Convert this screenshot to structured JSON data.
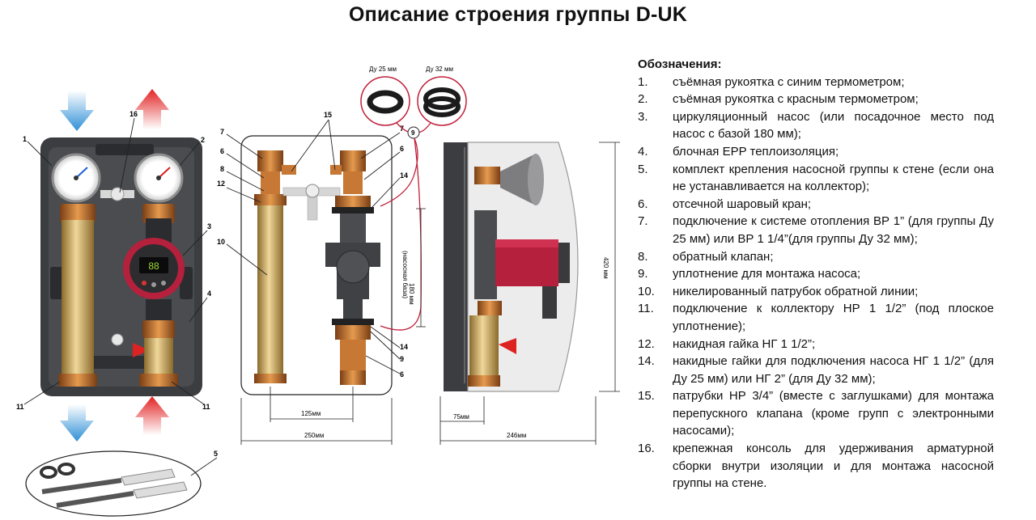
{
  "title": "Описание строения группы D-UK",
  "legend": {
    "heading": "Обозначения:",
    "items": [
      {
        "num": "1.",
        "text": "съёмная рукоятка с синим термометром;"
      },
      {
        "num": "2.",
        "text": "съёмная рукоятка с красным термометром;"
      },
      {
        "num": "3.",
        "text": "циркуляционный насос (или посадочное место под насос с базой 180 мм);"
      },
      {
        "num": "4.",
        "text": "блочная EPP теплоизоляция;"
      },
      {
        "num": "5.",
        "text": "комплект крепления насосной группы к стене (если она не устанавливается на коллектор);"
      },
      {
        "num": "6.",
        "text": "отсечной шаровый кран;"
      },
      {
        "num": "7.",
        "text": "подключение к системе отопления ВР 1” (для группы Ду 25 мм) или ВР 1 1/4”(для группы Ду 32 мм);"
      },
      {
        "num": "8.",
        "text": "обратный клапан;"
      },
      {
        "num": "9.",
        "text": "уплотнение для монтажа насоса;"
      },
      {
        "num": "10.",
        "text": "никелированный патрубок обратной линии;"
      },
      {
        "num": "11.",
        "text": "подключение к коллектору НР 1 1/2” (под плоское уплотнение);"
      },
      {
        "num": "12.",
        "text": "накидная гайка НГ 1 1/2”;"
      },
      {
        "num": "14.",
        "text": "накидные гайки для подключения насоса НГ 1 1/2” (для Ду 25 мм) или НГ 2” (для Ду 32 мм);"
      },
      {
        "num": "15.",
        "text": "патрубки НР 3/4”  (вместе с заглушками) для монтажа перепускного клапана (кроме групп с электронными насосами);"
      },
      {
        "num": "16.",
        "text": "крепежная консоль для удерживания арматурной сборки внутри изоляции и для монтажа насосной группы на стене."
      }
    ]
  },
  "diagram": {
    "callouts_left": {
      "c1": "1",
      "c2": "2",
      "c3": "3",
      "c4": "4",
      "c5": "5",
      "c11a": "11",
      "c11b": "11",
      "c16": "16"
    },
    "callouts_middle": {
      "c7a": "7",
      "c6a": "6",
      "c8": "8",
      "c12": "12",
      "c10": "10",
      "c15": "15",
      "c7b": "7",
      "c6b": "6",
      "c14a": "14",
      "c9a": "9",
      "c14b": "14",
      "c9b": "9",
      "c6c": "6"
    },
    "seal_25": "Ду 25 мм",
    "seal_32": "Ду 32 мм",
    "seal_num": "9",
    "dim_125": "125мм",
    "dim_250": "250мм",
    "dim_180": "180 мм",
    "dim_base": "(насосная база)",
    "dim_75": "75мм",
    "dim_246": "246мм",
    "dim_420": "420 мм",
    "colors": {
      "blue_arrow": "#3a9ad9",
      "red_arrow": "#e02a2a",
      "insulation": "#3b3d40",
      "pipe_brass": "#c9a25a",
      "pump_red": "#b5203c"
    }
  }
}
